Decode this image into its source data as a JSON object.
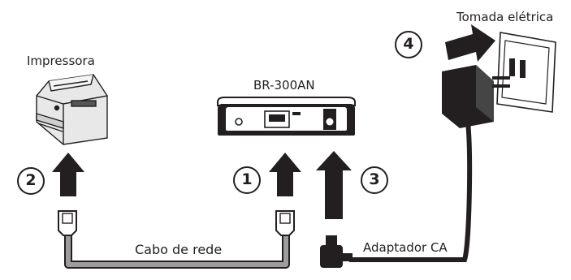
{
  "labels": {
    "printer": "Impressora",
    "device": "BR-300AN",
    "outlet": "Tomada elétrica",
    "network_cable": "Cabo de rede",
    "ac_adapter": "Adaptador CA"
  },
  "steps": [
    "1",
    "2",
    "3",
    "4"
  ],
  "colors": {
    "ink": "#231f20",
    "cable": "#9d9d9d",
    "white": "#ffffff"
  }
}
